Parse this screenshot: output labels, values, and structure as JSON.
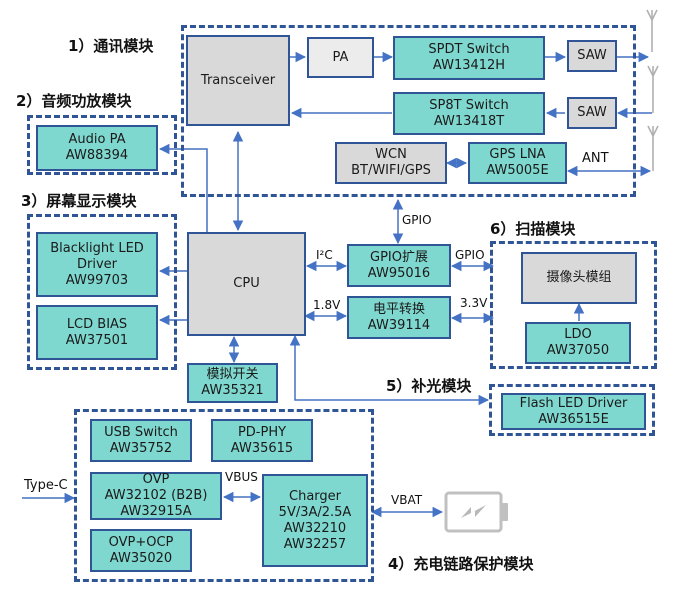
{
  "modules": {
    "comm": "1）通讯模块",
    "audio": "2）音频功放模块",
    "display": "3）屏幕显示模块",
    "charge": "4）充电链路保护模块",
    "flash": "5）补光模块",
    "scan": "6）扫描模块"
  },
  "blocks": {
    "transceiver": [
      "Transceiver"
    ],
    "pa": [
      "PA"
    ],
    "spdt": [
      "SPDT Switch",
      "AW13412H"
    ],
    "saw1": [
      "SAW"
    ],
    "sp8t": [
      "SP8T Switch",
      "AW13418T"
    ],
    "saw2": [
      "SAW"
    ],
    "wcn": [
      "WCN",
      "BT/WIFI/GPS"
    ],
    "gps_lna": [
      "GPS LNA",
      "AW5005E"
    ],
    "audio_pa": [
      "Audio PA",
      "AW88394"
    ],
    "backlight": [
      "Blacklight LED",
      "Driver",
      "AW99703"
    ],
    "lcd_bias": [
      "LCD BIAS",
      "AW37501"
    ],
    "cpu": [
      "CPU"
    ],
    "analog_switch": [
      "模拟开关",
      "AW35321"
    ],
    "gpio_exp": [
      "GPIO扩展",
      "AW95016"
    ],
    "level_shift": [
      "电平转换",
      "AW39114"
    ],
    "camera": [
      "摄像头模组"
    ],
    "ldo": [
      "LDO",
      "AW37050"
    ],
    "flash_led": [
      "Flash LED Driver",
      "AW36515E"
    ],
    "usb_switch": [
      "USB Switch",
      "AW35752"
    ],
    "pd_phy": [
      "PD-PHY",
      "AW35615"
    ],
    "ovp": [
      "OVP",
      "AW32102 (B2B)",
      "AW32915A"
    ],
    "ovp_ocp": [
      "OVP+OCP",
      "AW35020"
    ],
    "charger": [
      "Charger",
      "5V/3A/2.5A",
      "AW32210",
      "AW32257"
    ]
  },
  "labels": {
    "ant": "ANT",
    "gpio_top": "GPIO",
    "gpio_right": "GPIO",
    "i2c": "I²C",
    "v18": "1.8V",
    "v33": "3.3V",
    "type_c": "Type-C",
    "vbus": "VBUS",
    "vbat": "VBAT"
  },
  "colors": {
    "module_border": "#2f5597",
    "chip_fill": "#7fd8cf",
    "host_fill": "#d9d9d9",
    "connector": "#4472c4"
  }
}
